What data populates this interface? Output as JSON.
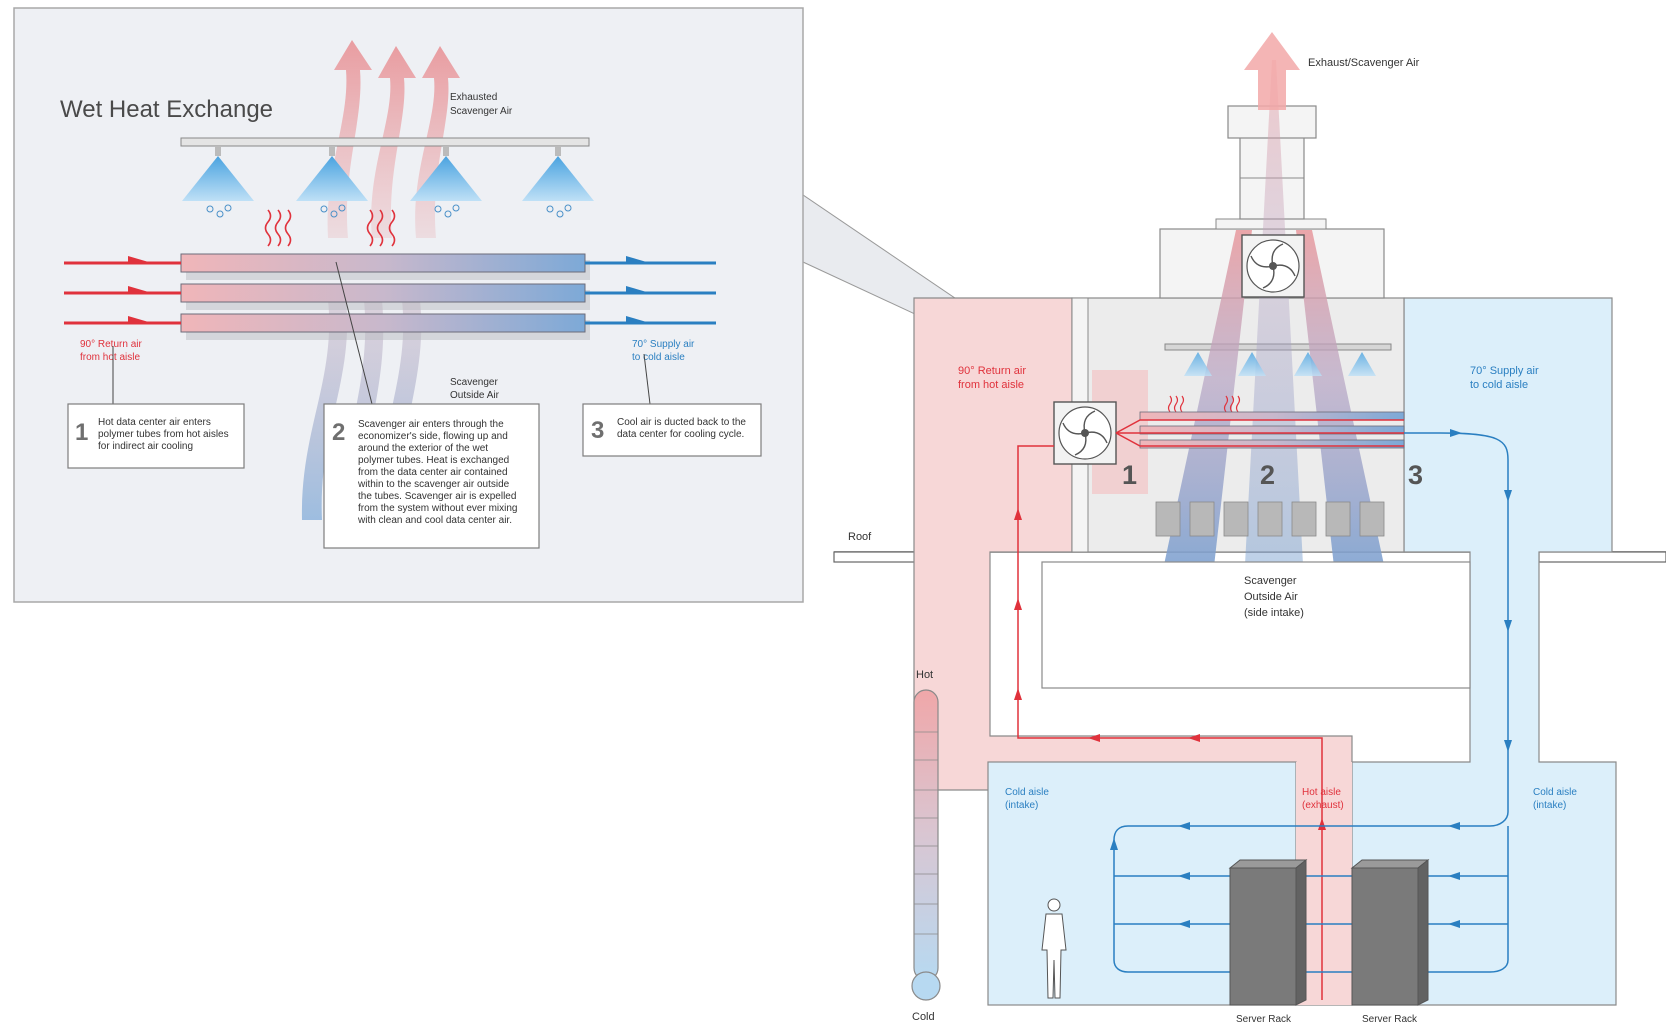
{
  "inset": {
    "title": "Wet Heat Exchange",
    "exhaust_label": [
      "Exhausted",
      "Scavenger Air"
    ],
    "return_label": [
      "90° Return air",
      "from hot aisle"
    ],
    "supply_label": [
      "70° Supply air",
      "to cold aisle"
    ],
    "scavenger_label": [
      "Scavenger",
      "Outside Air"
    ],
    "callouts": [
      {
        "number": "1",
        "lines": [
          "Hot data center air enters",
          "polymer tubes from hot aisles",
          "for indirect air cooling"
        ]
      },
      {
        "number": "2",
        "lines": [
          "Scavenger air enters through the",
          "economizer's side, flowing up and",
          "around the exterior of the wet",
          "polymer tubes. Heat is exchanged",
          "from the data center air contained",
          "within to the scavenger air outside",
          "the tubes. Scavenger air is expelled",
          "from the system without ever mixing",
          "with clean and cool data center air."
        ]
      },
      {
        "number": "3",
        "lines": [
          "Cool air is ducted back to the",
          "data center for cooling cycle."
        ]
      }
    ]
  },
  "main": {
    "exhaust_label": "Exhaust/Scavenger Air",
    "return_label": [
      "90° Return air",
      "from hot aisle"
    ],
    "supply_label": [
      "70° Supply air",
      "to cold aisle"
    ],
    "roof_label": "Roof",
    "scavenger_label": [
      "Scavenger",
      "Outside Air",
      "(side intake)"
    ],
    "zone_numbers": [
      "1",
      "2",
      "3"
    ],
    "cold_aisle_left": [
      "Cold aisle",
      "(intake)"
    ],
    "hot_aisle": [
      "Hot aisle",
      "(exhaust)"
    ],
    "cold_aisle_right": [
      "Cold aisle",
      "(intake)"
    ],
    "server_rack_left": "Server Rack",
    "server_rack_right": "Server Rack"
  },
  "thermometer": {
    "hot_label": "Hot",
    "cold_label": "Cold"
  },
  "colors": {
    "hot": "#e0323c",
    "cold": "#2a7fc1",
    "hot_fill": "#f7d7d7",
    "cold_fill": "#dceffa",
    "inset_bg": "#eef0f4"
  }
}
